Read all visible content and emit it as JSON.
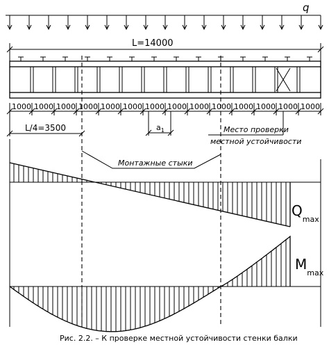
{
  "load": {
    "label": "q"
  },
  "span": {
    "label": "L=14000"
  },
  "segments": [
    "1000",
    "1000",
    "1000",
    "1000",
    "1000",
    "1000",
    "1000",
    "1000",
    "1000",
    "1000",
    "1000",
    "1000",
    "1000",
    "1000"
  ],
  "quarter": {
    "label": "L/4=3500"
  },
  "stiffener_spacing": {
    "label": "a",
    "subscript": "1"
  },
  "check_location": {
    "line1": "Место проверки",
    "line2": "местной устойчивости"
  },
  "joints": {
    "label": "Монтажные стыки"
  },
  "shear": {
    "label": "Q",
    "subscript": "max"
  },
  "moment": {
    "label": "M",
    "subscript": "max"
  },
  "caption": "Рис. 2.2. – К проверке местной устойчивости стенки балки"
}
